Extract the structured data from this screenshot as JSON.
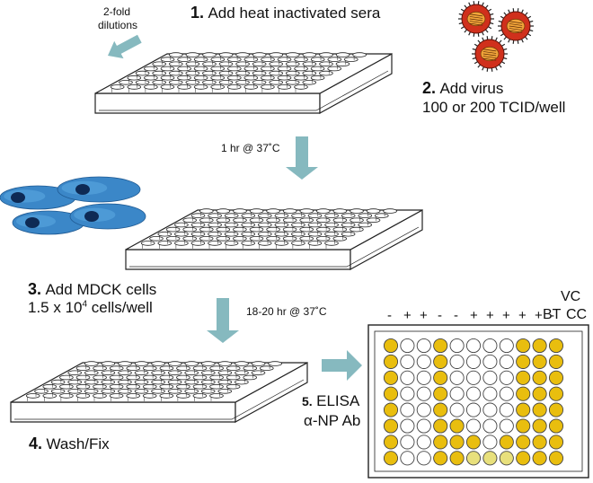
{
  "colors": {
    "arrow": "#86b9bf",
    "plate_stroke": "#222222",
    "well_yellow": "#e9be0e",
    "well_pale": "#e8e07c",
    "well_empty": "#ffffff",
    "cell_blue": "#3b87c8",
    "nucleus": "#0e2a55",
    "virus_red": "#d0301c"
  },
  "steps": {
    "step1": {
      "number": "1.",
      "text": "Add heat inactivated sera"
    },
    "dilution": {
      "line1": "2-fold",
      "line2": "dilutions"
    },
    "step2": {
      "number": "2.",
      "text": "Add virus",
      "line2": "100 or 200 TCID/well"
    },
    "incubation1": "1 hr @ 37˚C",
    "step3": {
      "number": "3.",
      "text": "Add MDCK cells",
      "line2_prefix": "1.5 x 10",
      "line2_sup": "4",
      "line2_suffix": " cells/well"
    },
    "incubation2": "18-20 hr @ 37˚C",
    "step4": {
      "number": "4.",
      "text": "Wash/Fix"
    },
    "step5": {
      "number": "5.",
      "text": "ELISA",
      "line2": "α-NP Ab"
    }
  },
  "elisa_plate": {
    "column_signs": [
      "-",
      "+",
      "+",
      "-",
      "-",
      "+",
      "+",
      "+",
      "+",
      "+",
      "-"
    ],
    "bt_label": "BT",
    "vc_label": "VC",
    "cc_label": "CC",
    "wells": [
      "YWWYWWWWYYY",
      "YWWYWWWWYYY",
      "YWWYWWWWYYY",
      "YWWYWWWWYYY",
      "YWWYWWWWYYY",
      "YWWYYWWWYYY",
      "YWWYYYWYYYY",
      "YWWYYPPPYYY"
    ]
  }
}
